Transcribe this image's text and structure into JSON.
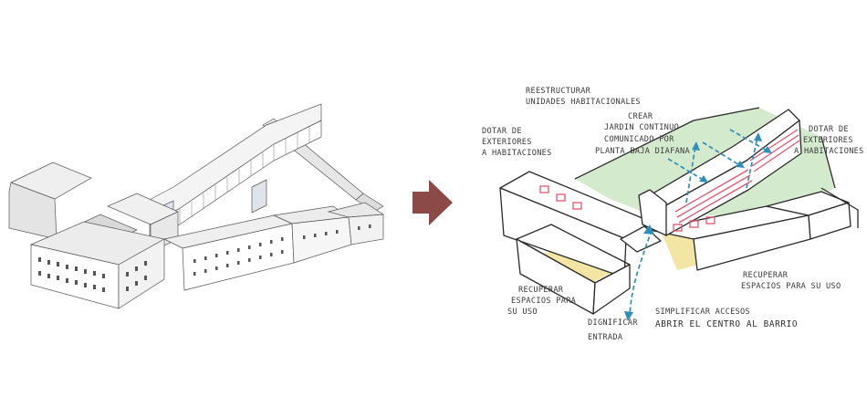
{
  "colors": {
    "arrow": "#8c4a46",
    "garden_green": "#cfe8c7",
    "recovered_yellow": "#f3e6a4",
    "window_red": "#e0566d",
    "flow_blue": "#2f8fb8",
    "ink": "#2a2a2a"
  },
  "diagram": {
    "transition_arrow_icon": "right-arrow",
    "labels": {
      "restructure": [
        "REESTRUCTURAR",
        "UNIDADES HABITACIONALES"
      ],
      "garden": [
        "CREAR",
        "JARDIN CONTINUO",
        "COMUNICADO POR",
        "PLANTA BAJA DIAFANA"
      ],
      "exteriors_left": [
        "DOTAR DE",
        "EXTERIORES",
        "A HABITACIONES"
      ],
      "exteriors_right": [
        "DOTAR DE",
        "EXTERIORES",
        "A HABITACIONES"
      ],
      "recover_left": [
        "RECUPERAR",
        "ESPACIOS PARA",
        "SU USO"
      ],
      "recover_right": [
        "RECUPERAR",
        "ESPACIOS PARA SU USO"
      ],
      "access": [
        "SIMPLIFICAR ACCESOS",
        "ABRIR EL CENTRO AL BARRIO"
      ],
      "entrance": [
        "DIGNIFICAR",
        "ENTRADA"
      ]
    }
  }
}
